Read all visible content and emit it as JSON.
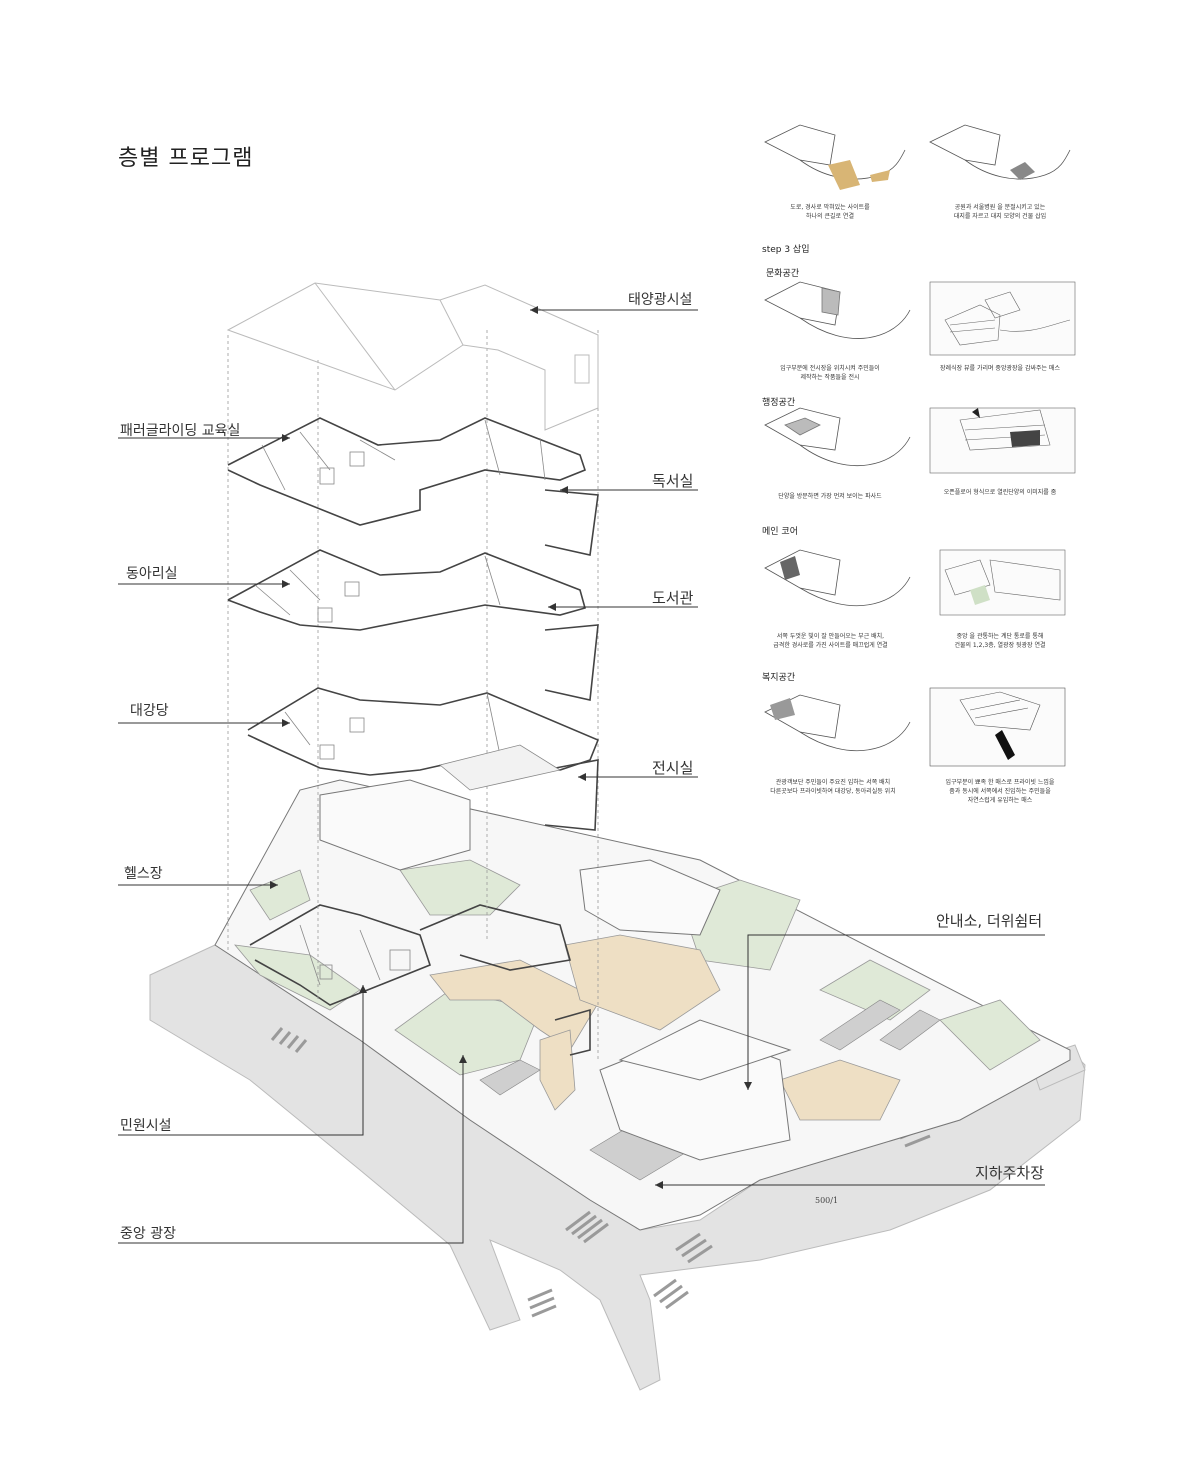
{
  "title": "층별 프로그램",
  "scale": "500/1",
  "left_labels": {
    "paragliding": "패러글라이딩 교육실",
    "club": "동아리실",
    "auditorium": "대강당",
    "health": "헬스장",
    "civil": "민원시설",
    "plaza": "중앙 광장"
  },
  "right_labels": {
    "solar": "태양광시설",
    "reading": "독서실",
    "library": "도서관",
    "exhibition": "전시실",
    "info": "안내소, 더위쉼터",
    "parking": "지하주차장"
  },
  "steps": {
    "intro_captions": [
      "도로, 경사로 막혀있는 사이트를\n하나의 큰길로 연결",
      "공원과 서울병원 을 분절시키고 있는\n대지를 자르고 대지 모양의 건물 삽입"
    ],
    "step3_heading": "step 3 삽입",
    "sections": [
      {
        "name": "문화공간",
        "captions": [
          "입구부분에 전시장을 위치시켜 주민들이\n제작하는 작품들을 전시",
          "장례식장 뷰를 가리며 중앙광장을 감싸주는 매스"
        ]
      },
      {
        "name": "행정공간",
        "captions": [
          "단양을 방문하면 가장 먼저 보이는 파사드",
          "오픈플로어 형식으로 열린단양의 이미지를 줌"
        ]
      },
      {
        "name": "메인 코어",
        "captions": [
          "서쪽 두껏운 빛이 잘 안들어오는 부근 배치,\n급격한 경사로를 가진 사이트를 매끄럽게 연결",
          "중앙 을 관통하는 계단 통로를 통해\n건물의 1,2,3층, 열광장 뒷광장 연결"
        ]
      },
      {
        "name": "복지공간",
        "captions": [
          "관광객보단 주민들이 주요진 입하는 서쪽 배치\n다른곳보다 프라이빗하여 대강당, 동아리실등 위치",
          "입구부분이 뾰족 한 매스로 프라이빗 느낌을\n줌과 동시에 서쪽에서 진입하는 주민들을\n자연스럽게 유입하는 매스"
        ]
      }
    ]
  },
  "colors": {
    "line": "#555555",
    "light_line": "#aaaaaa",
    "green": "#dfe9d7",
    "tan": "#eedfc4",
    "road": "#e3e3e3",
    "highlight": "#d8b575"
  }
}
